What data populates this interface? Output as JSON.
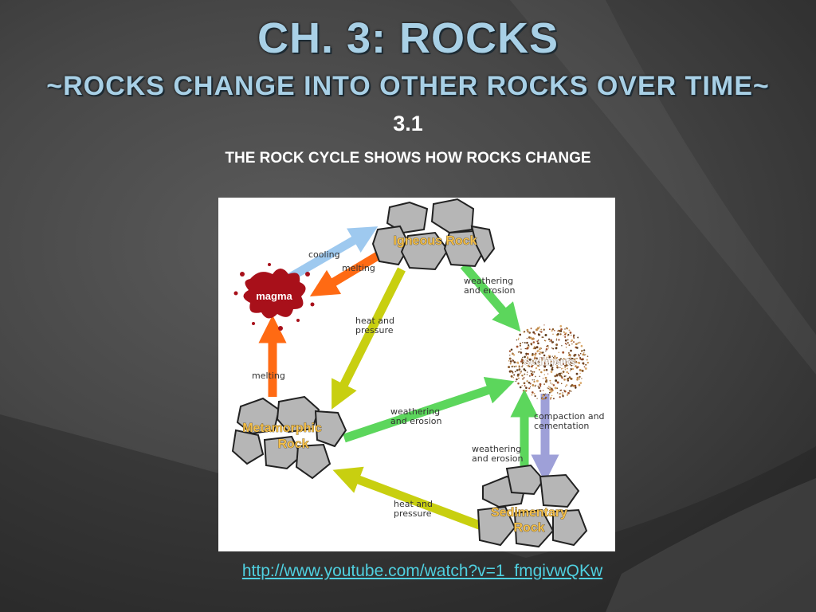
{
  "slide": {
    "title": "Ch. 3: Rocks",
    "subtitle": "~Rocks change into other rocks over time~",
    "section_number": "3.1",
    "section_heading": "THE ROCK CYCLE SHOWS HOW ROCKS CHANGE",
    "link": "http://www.youtube.com/watch?v=1_fmgivwQKw"
  },
  "diagram": {
    "nodes": {
      "igneous": "Igneous Rock",
      "metamorphic_1": "Metamorphic",
      "metamorphic_2": "Rock",
      "sedimentary_1": "Sedimentary",
      "sedimentary_2": "Rock",
      "magma": "magma",
      "sediments": "sediments"
    },
    "processes": {
      "cooling": "cooling",
      "melting_top": "melting",
      "melting_left": "melting",
      "heat_pressure_a1": "heat and",
      "heat_pressure_a2": "pressure",
      "heat_pressure_b1": "heat and",
      "heat_pressure_b2": "pressure",
      "we_igneous_1": "weathering",
      "we_igneous_2": "and erosion",
      "we_meta_1": "weathering",
      "we_meta_2": "and erosion",
      "we_sed_1": "weathering",
      "we_sed_2": "and erosion",
      "compaction_1": "compaction and",
      "compaction_2": "cementation"
    },
    "colors": {
      "cooling": "#9ec9ef",
      "melting": "#ff6a13",
      "heat_pressure": "#c8cf10",
      "weathering": "#5cd65c",
      "compaction": "#9ea0d8",
      "magma": "#a8101a",
      "rock_fill": "#b6b6b6"
    }
  }
}
